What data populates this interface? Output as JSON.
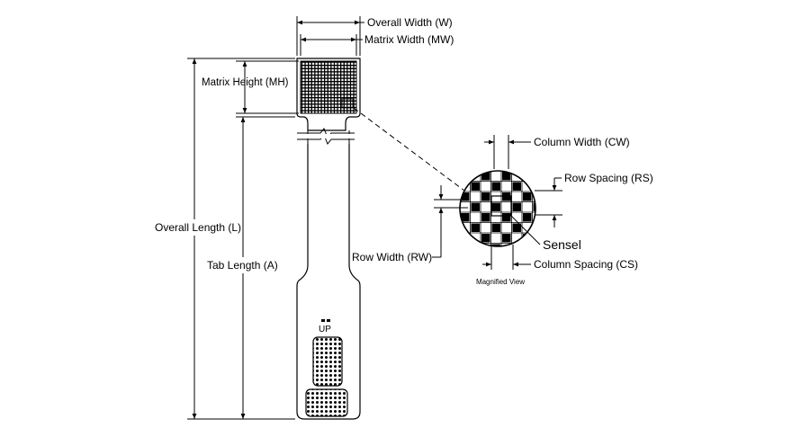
{
  "labels": {
    "overall_width": "Overall Width (W)",
    "matrix_width": "Matrix Width (MW)",
    "matrix_height": "Matrix Height (MH)",
    "overall_length": "Overall Length (L)",
    "tab_length": "Tab Length (A)",
    "row_width": "Row Width (RW)",
    "column_width": "Column Width (CW)",
    "row_spacing": "Row Spacing (RS)",
    "sensel": "Sensel",
    "column_spacing": "Column Spacing (CS)",
    "magnified_view": "Magnified View",
    "up_marker": "UP"
  },
  "colors": {
    "ink": "#000000",
    "background": "#ffffff"
  }
}
